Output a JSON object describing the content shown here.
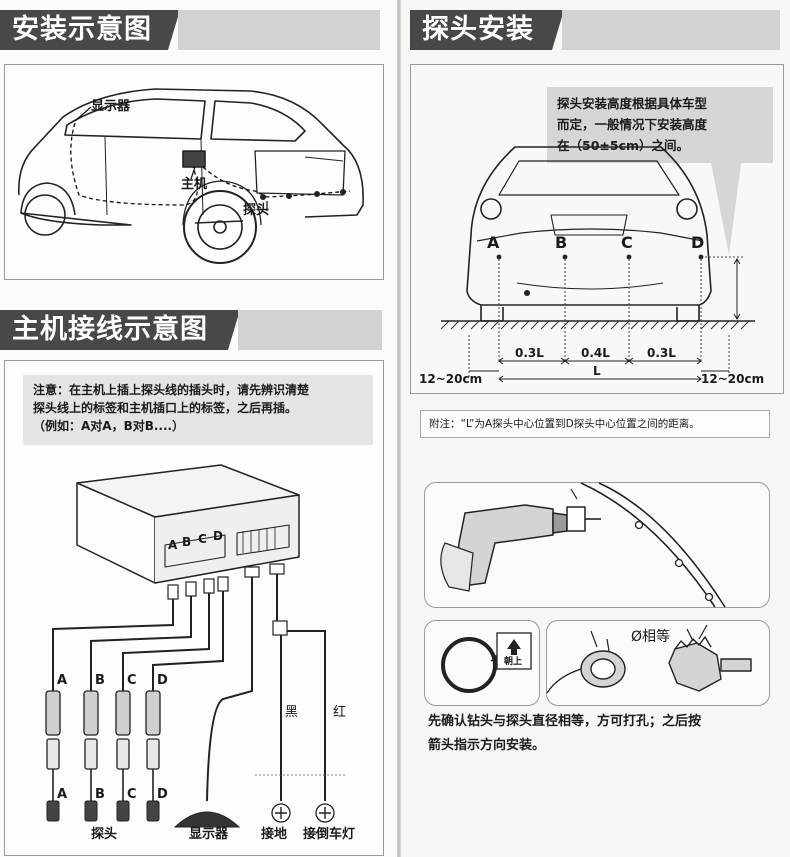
{
  "left": {
    "section1": {
      "title": "安装示意图",
      "labels": {
        "display": "显示器",
        "main_unit": "主机",
        "probe": "探头"
      }
    },
    "section2": {
      "title": "主机接线示意图",
      "note": {
        "line1": "注意：在主机上插上探头线的插头时，请先辨识清楚",
        "line2": "探头线上的标签和主机插口上的标签，之后再插。",
        "line3": "（例如：A对A，B对B....）"
      },
      "port_labels": [
        "A",
        "B",
        "C",
        "D"
      ],
      "cable_labels": [
        "A",
        "B",
        "C",
        "D"
      ],
      "probe_labels": [
        "A",
        "B",
        "C",
        "D"
      ],
      "wire_black": "黑",
      "wire_red": "红",
      "bottom": {
        "probe": "探头",
        "display": "显示器",
        "ground": "接地",
        "reverse_light": "接倒车灯"
      }
    }
  },
  "right": {
    "section": {
      "title": "探头安装",
      "note": {
        "line1": "探头安装高度根据具体车型",
        "line2": "而定，一般情况下安装高度",
        "line3": "在（50±5cm）之间。"
      },
      "points": [
        "A",
        "B",
        "C",
        "D"
      ],
      "dims": {
        "seg1": "0.3L",
        "seg2": "0.4L",
        "seg3": "0.3L",
        "total": "L",
        "side_left": "12~20cm",
        "side_right": "12~20cm"
      },
      "footnote": "附注：“L”为A探头中心位置到D探头中心位置之间的距离。",
      "drill": {
        "up_label": "朝上",
        "equal_label": "Ø相等",
        "caption1": "先确认钻头与探头直径相等，方可打孔；之后按",
        "caption2": "箭头指示方向安装。"
      }
    }
  }
}
